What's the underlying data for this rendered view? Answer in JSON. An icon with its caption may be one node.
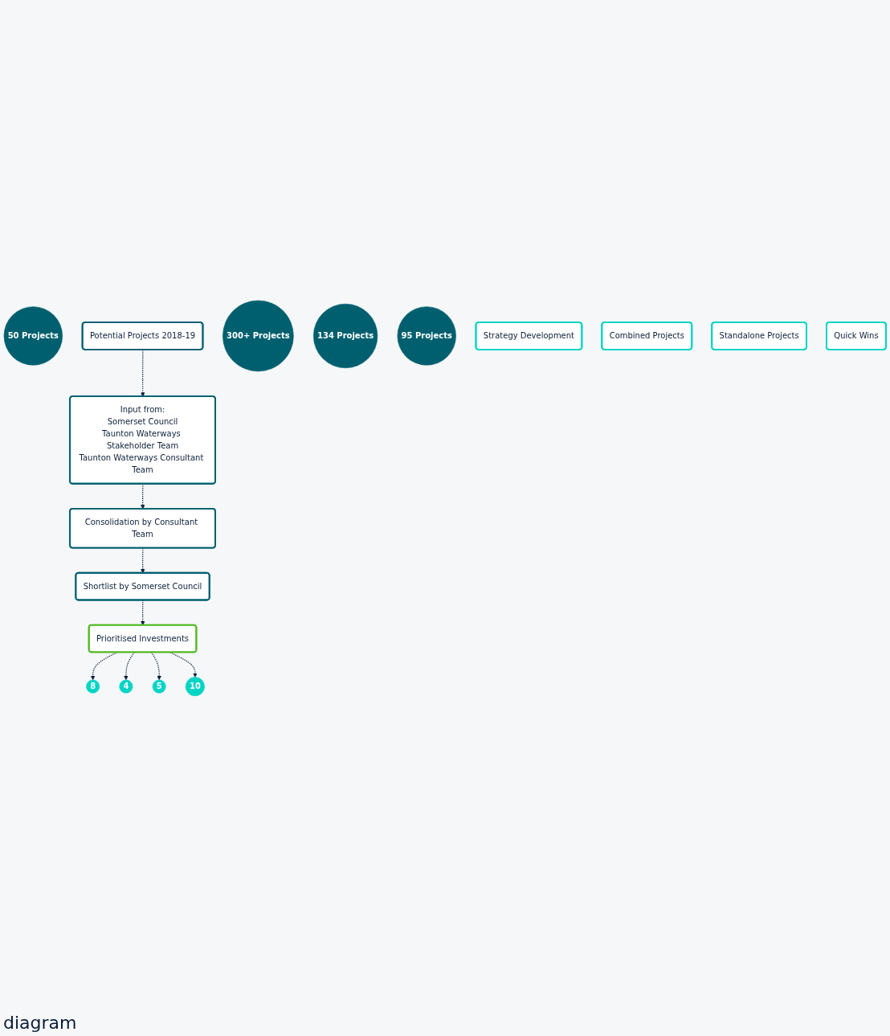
{
  "diagram": {
    "nodes": [
      {
        "text": [
          "50 Projects"
        ]
      },
      {
        "text": [
          "Potential Projects 2018-19"
        ]
      },
      {
        "text": [
          "300+ Projects"
        ]
      },
      {
        "text": [
          "Input from:",
          "Somerset Council",
          "Taunton Waterways Stakeholder Team",
          "Taunton Waterways Consultant Team"
        ]
      },
      {
        "text": [
          "134 Projects"
        ]
      },
      {
        "text": [
          "Consolidation by Consultant Team"
        ]
      },
      {
        "text": [
          "95 Projects"
        ]
      },
      {
        "text": [
          "Shortlist by Somerset Council"
        ]
      },
      {
        "text": [
          "Prioritised Investments"
        ]
      },
      {
        "text": [
          "8"
        ]
      },
      {
        "text": [
          "Strategy Development"
        ]
      },
      {
        "text": [
          "4"
        ]
      },
      {
        "text": [
          "Combined Projects"
        ]
      },
      {
        "text": [
          "5"
        ]
      },
      {
        "text": [
          "Standalone Projects"
        ]
      },
      {
        "text": [
          "10"
        ]
      },
      {
        "text": [
          "Quick Wins"
        ]
      }
    ],
    "edges": [
      {
        "from": 1,
        "to": 3,
        "arrow": "to",
        "style": "dashed"
      },
      {
        "from": 3,
        "to": 5,
        "arrow": "to",
        "style": "dashed"
      },
      {
        "from": 5,
        "to": 7,
        "arrow": "to",
        "style": "dashed"
      },
      {
        "from": 7,
        "to": 8,
        "arrow": "to",
        "style": "dashed"
      },
      {
        "from": 8,
        "to": 9,
        "arrow": "to",
        "style": "dashed"
      },
      {
        "from": 8,
        "to": 11,
        "arrow": "to",
        "style": "dashed"
      },
      {
        "from": 8,
        "to": 13,
        "arrow": "to",
        "style": "dashed"
      },
      {
        "from": 8,
        "to": 15,
        "arrow": "to",
        "style": "dashed"
      }
    ],
    "labels": [
      "diagram"
    ]
  }
}
